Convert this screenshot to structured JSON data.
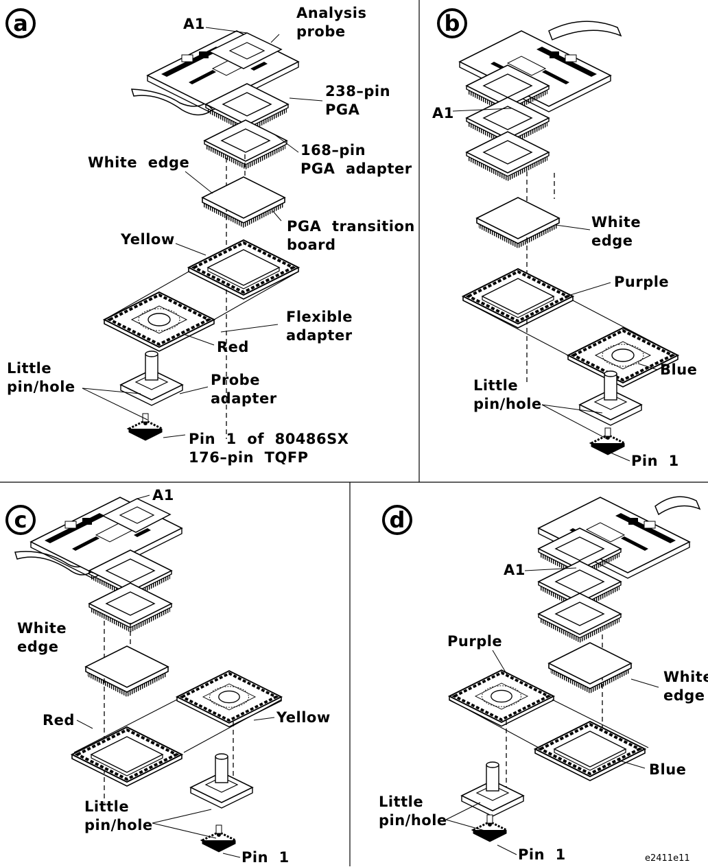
{
  "panels": {
    "a": {
      "badge": "a",
      "a1": "A1",
      "analysis_probe": "Analysis\nprobe",
      "pga238": "238–pin\nPGA",
      "pga168": "168–pin\nPGA  adapter",
      "white_edge": "White  edge",
      "transition": "PGA  transition\nboard",
      "yellow": "Yellow",
      "flexible": "Flexible\nadapter",
      "red": "Red",
      "little": "Little\npin/hole",
      "probe_adapter": "Probe\nadapter",
      "pin1": "Pin  1  of  80486SX\n176–pin  TQFP"
    },
    "b": {
      "badge": "b",
      "a1": "A1",
      "white_edge": "White\nedge",
      "purple": "Purple",
      "blue": "Blue",
      "little": "Little\npin/hole",
      "pin1": "Pin  1"
    },
    "c": {
      "badge": "c",
      "a1": "A1",
      "white_edge": "White\nedge",
      "red": "Red",
      "yellow": "Yellow",
      "little": "Little\npin/hole",
      "pin1": "Pin  1"
    },
    "d": {
      "badge": "d",
      "a1": "A1",
      "purple": "Purple",
      "white_edge": "White\nedge",
      "blue": "Blue",
      "little": "Little\npin/hole",
      "pin1": "Pin  1"
    }
  },
  "figure_id": "e2411e11"
}
